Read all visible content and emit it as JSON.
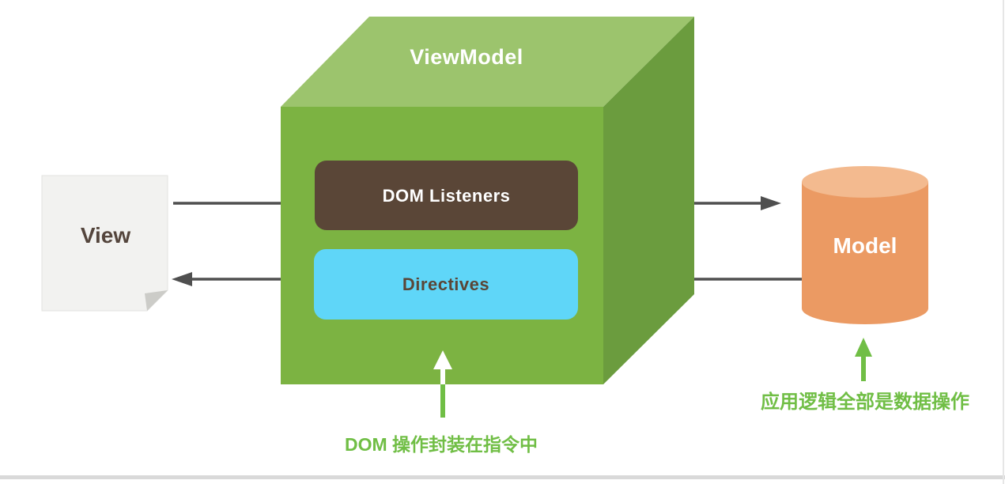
{
  "diagram": {
    "type": "architecture-diagram",
    "subject": "MVVM pattern (Vue.js)",
    "view": {
      "label": "View"
    },
    "viewmodel": {
      "label": "ViewModel",
      "dom_listeners_label": "DOM Listeners",
      "directives_label": "Directives"
    },
    "model": {
      "label": "Model"
    },
    "annotations": {
      "directives_note": "DOM 操作封装在指令中",
      "model_note": "应用逻辑全部是数据操作"
    },
    "colors": {
      "cube_top": "#9CC46D",
      "cube_front": "#7CB342",
      "cube_side": "#6B9C3E",
      "dom_listeners_bg": "#5A4637",
      "directives_bg": "#5FD6F8",
      "model_body": "#EB9A63",
      "model_top": "#F3BA8F",
      "annotation_green": "#70BE45",
      "arrow_gray": "#4F4F4F",
      "paper_bg": "#F2F2F0",
      "paper_fold": "#CCCCC8",
      "label_brown": "#54453C"
    }
  }
}
